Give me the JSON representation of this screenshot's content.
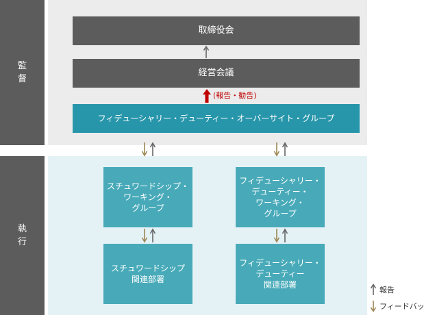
{
  "sections": {
    "supervision": [
      "監",
      "督"
    ],
    "execution": [
      "執",
      "行"
    ]
  },
  "boxes": {
    "board": "取締役会",
    "management": "経営会議",
    "oversight": "フィデューシャリー・デューティー・オーバーサイト・グループ",
    "steward_wg": [
      "スチュワードシップ・",
      "ワーキング・",
      "グループ"
    ],
    "fd_wg": [
      "フィデューシャリー・",
      "デューティー・",
      "ワーキング・",
      "グループ"
    ],
    "steward_dept": [
      "スチュワードシップ",
      "関連部署"
    ],
    "fd_dept": [
      "フィデューシャリー・",
      "デューティー",
      "関連部署"
    ]
  },
  "report_label": "(報告・勧告)",
  "legend": {
    "report": "報告",
    "feedback": "フィードバック"
  },
  "colors": {
    "dark_gray": "#5c5c5c",
    "teal_strong": "#2896aa",
    "teal": "#48aab9",
    "report_arrow": "#666666",
    "feedback_arrow": "#9c8755",
    "red": "#c00000"
  }
}
